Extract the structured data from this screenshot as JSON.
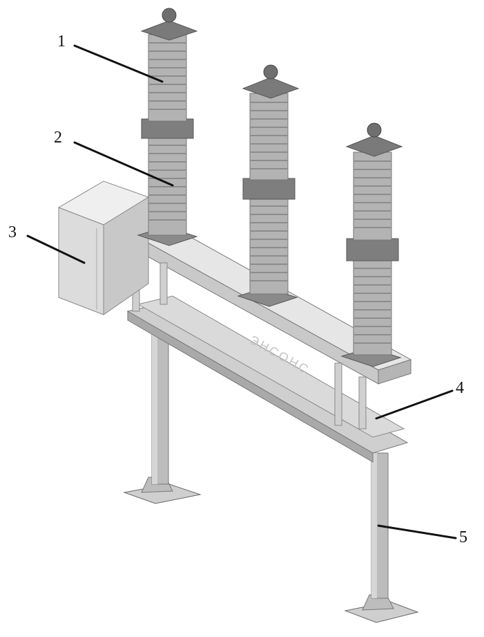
{
  "figure": {
    "callouts": [
      {
        "number": "1"
      },
      {
        "number": "2"
      },
      {
        "number": "3"
      },
      {
        "number": "4"
      },
      {
        "number": "5"
      }
    ],
    "frame_inscription": "ЭНСОНС"
  },
  "colors": {
    "background": "#ffffff",
    "insulator": "#b9b9b9",
    "insulator_dark": "#8c8c8c",
    "metal": "#d4d4d4",
    "metal_dark": "#9e9e9e",
    "cabinet": "#dedede",
    "cap": "#7f7f7f"
  }
}
